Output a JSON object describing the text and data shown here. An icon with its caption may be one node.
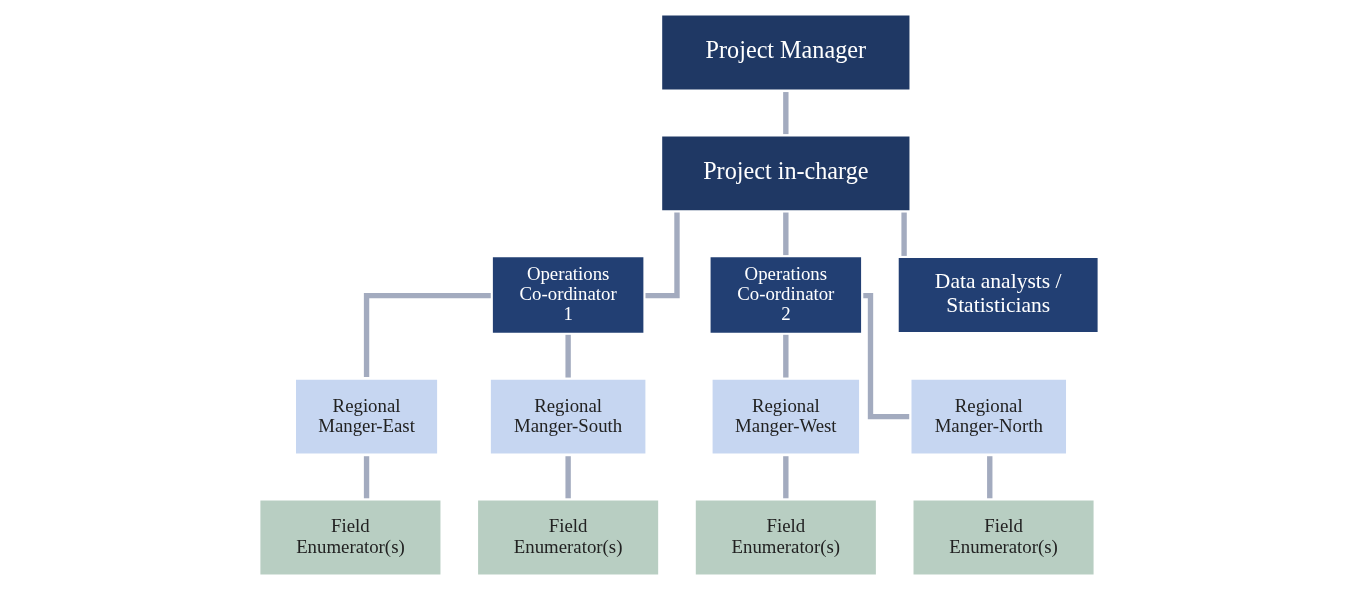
{
  "diagram": {
    "nodes": [
      {
        "text": [
          "Project Manager"
        ]
      },
      {
        "text": [
          "Project in-charge"
        ]
      },
      {
        "text": [
          "Operations Co-ordinator 1"
        ]
      },
      {
        "text": [
          "Operations Co-ordinator 2"
        ]
      },
      {
        "text": [
          "Data analysts / Statisticians"
        ]
      },
      {
        "text": [
          "Regional Manger-East"
        ]
      },
      {
        "text": [
          "Regional Manger-South"
        ]
      },
      {
        "text": [
          "Regional Manger-West"
        ]
      },
      {
        "text": [
          "Regional Manger-North"
        ]
      },
      {
        "text": [
          "Field Enumerator(s)"
        ]
      },
      {
        "text": [
          "Field Enumerator(s)"
        ]
      },
      {
        "text": [
          "Field Enumerator(s)"
        ]
      },
      {
        "text": [
          "Field Enumerator(s)"
        ]
      }
    ],
    "edges": [
      {
        "from": 0,
        "to": 1,
        "arrow": "none"
      },
      {
        "from": 1,
        "to": 2,
        "arrow": "none"
      },
      {
        "from": 1,
        "to": 3,
        "arrow": "none"
      },
      {
        "from": 1,
        "to": 4,
        "arrow": "none"
      },
      {
        "from": 2,
        "to": 5,
        "arrow": "none"
      },
      {
        "from": 2,
        "to": 6,
        "arrow": "none"
      },
      {
        "from": 3,
        "to": 7,
        "arrow": "none"
      },
      {
        "from": 3,
        "to": 8,
        "arrow": "none"
      },
      {
        "from": 5,
        "to": 9,
        "arrow": "none"
      },
      {
        "from": 6,
        "to": 10,
        "arrow": "none"
      },
      {
        "from": 7,
        "to": 11,
        "arrow": "none"
      },
      {
        "from": 8,
        "to": 12,
        "arrow": "none"
      }
    ]
  }
}
